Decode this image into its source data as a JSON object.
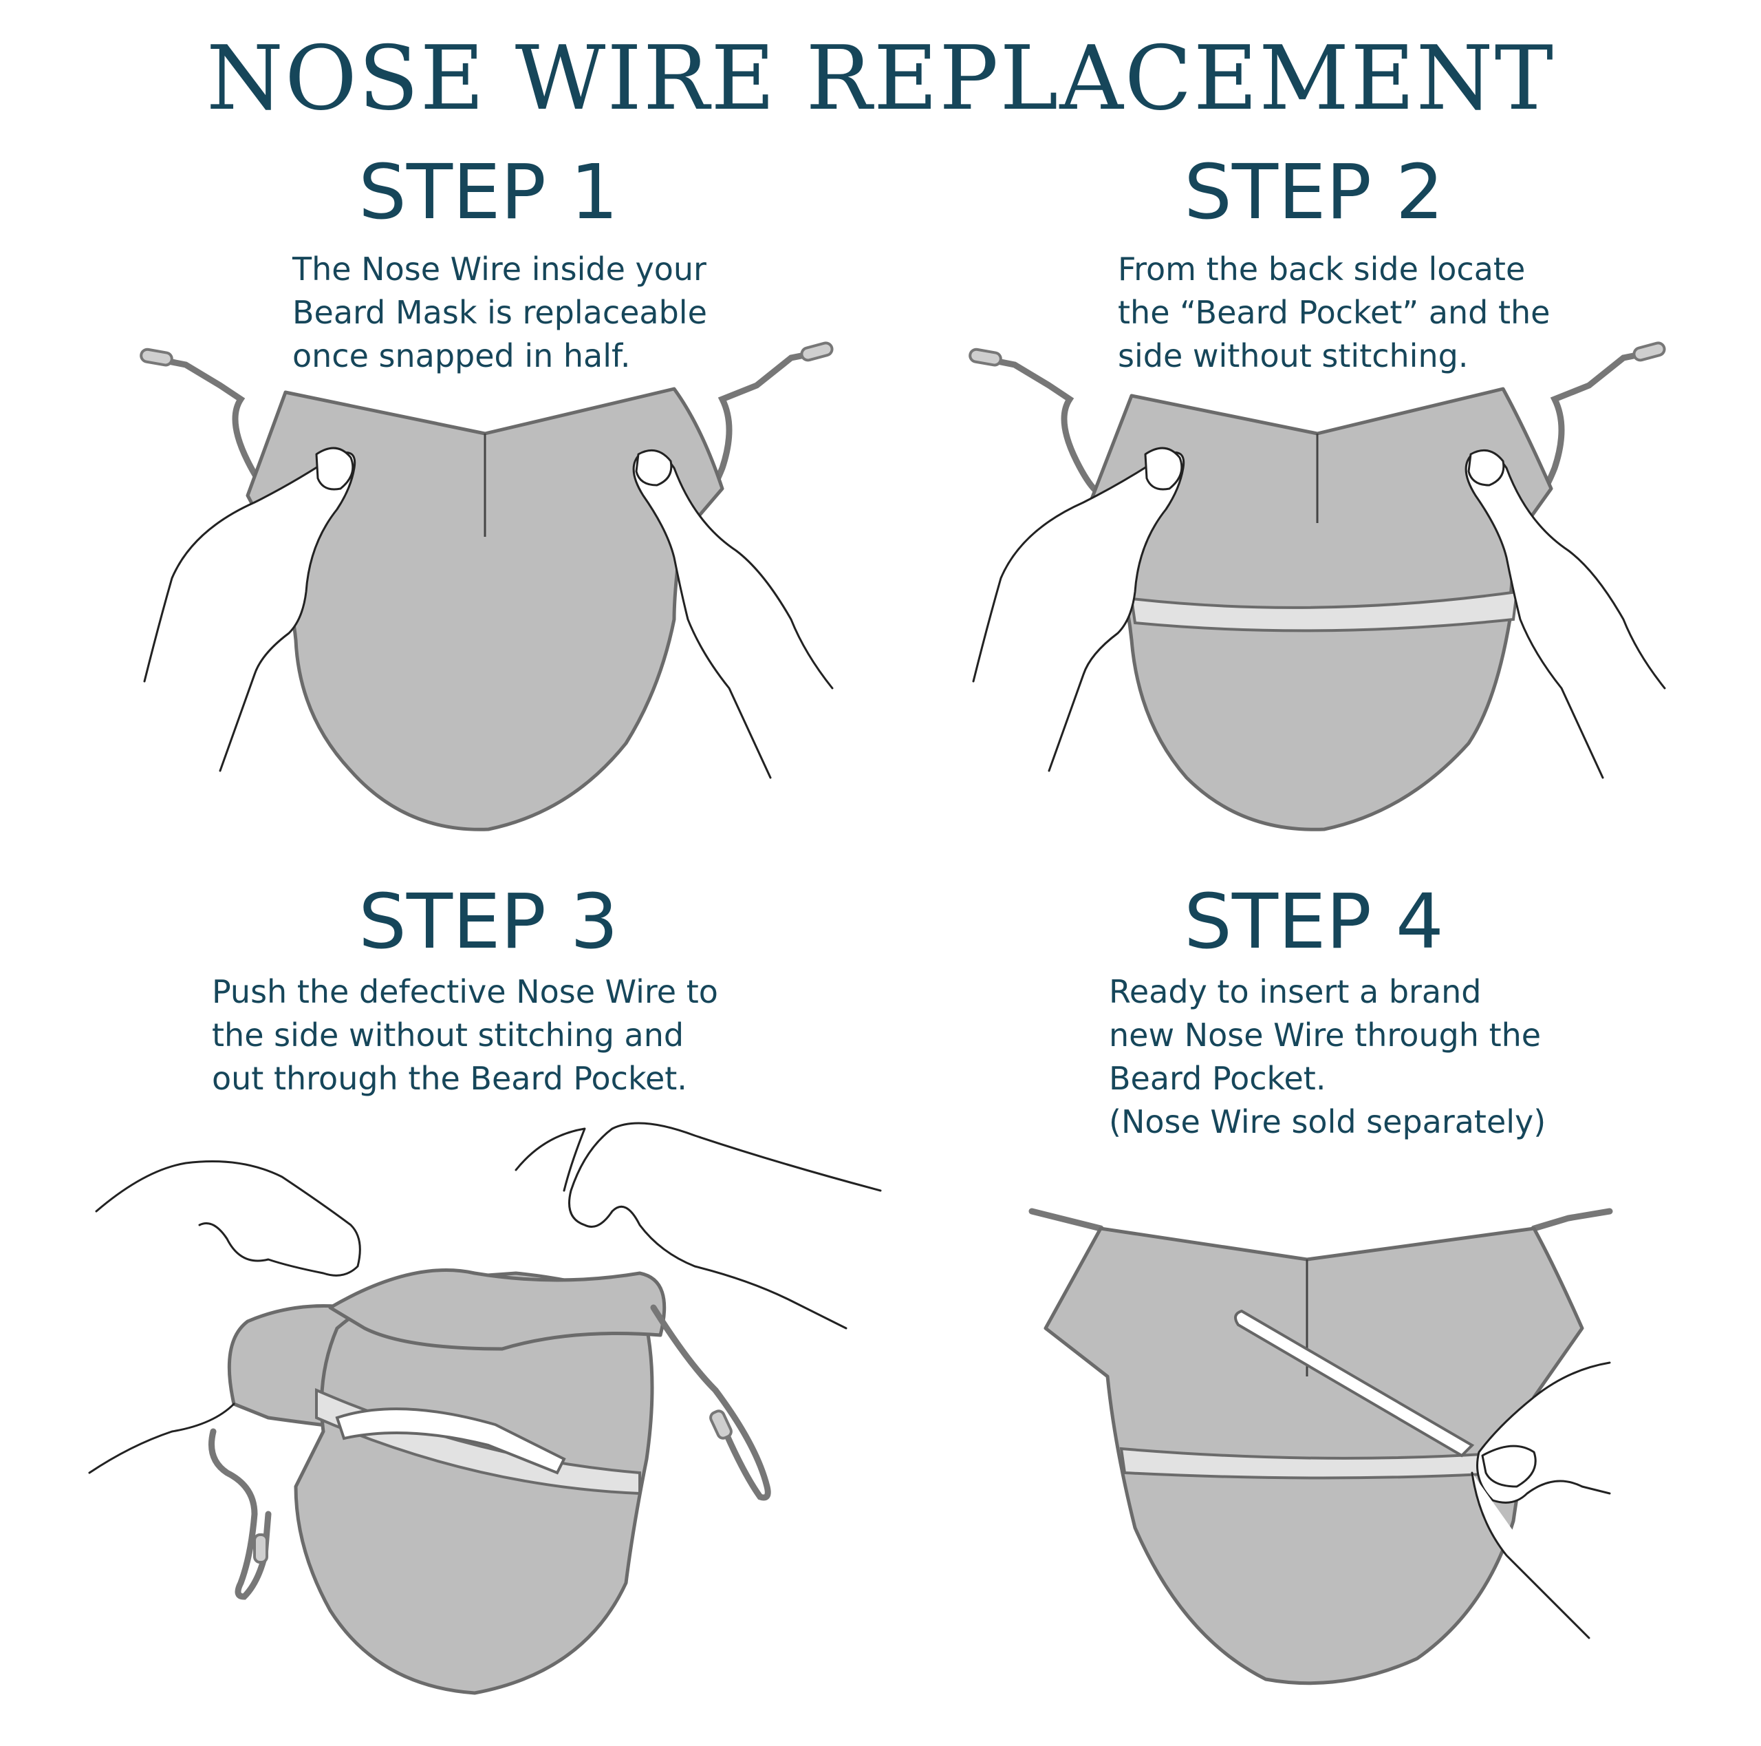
{
  "title": "NOSE WIRE REPLACEMENT",
  "steps": [
    {
      "heading": "STEP 1",
      "text": "The Nose Wire inside your\nBeard Mask is replaceable\nonce snapped in half."
    },
    {
      "heading": "STEP 2",
      "text": "From the back side locate\nthe “Beard Pocket” and the\nside without stitching."
    },
    {
      "heading": "STEP 3",
      "text": "Push the defective Nose Wire to\nthe side without stitching and\nout through the Beard Pocket."
    },
    {
      "heading": "STEP 4",
      "text": "Ready to insert a brand\nnew Nose Wire through the\nBeard Pocket.\n(Nose Wire sold separately)"
    }
  ],
  "colors": {
    "text": "#16465a",
    "mask": "#bdbdbd",
    "outline": "#6b6b6b"
  }
}
